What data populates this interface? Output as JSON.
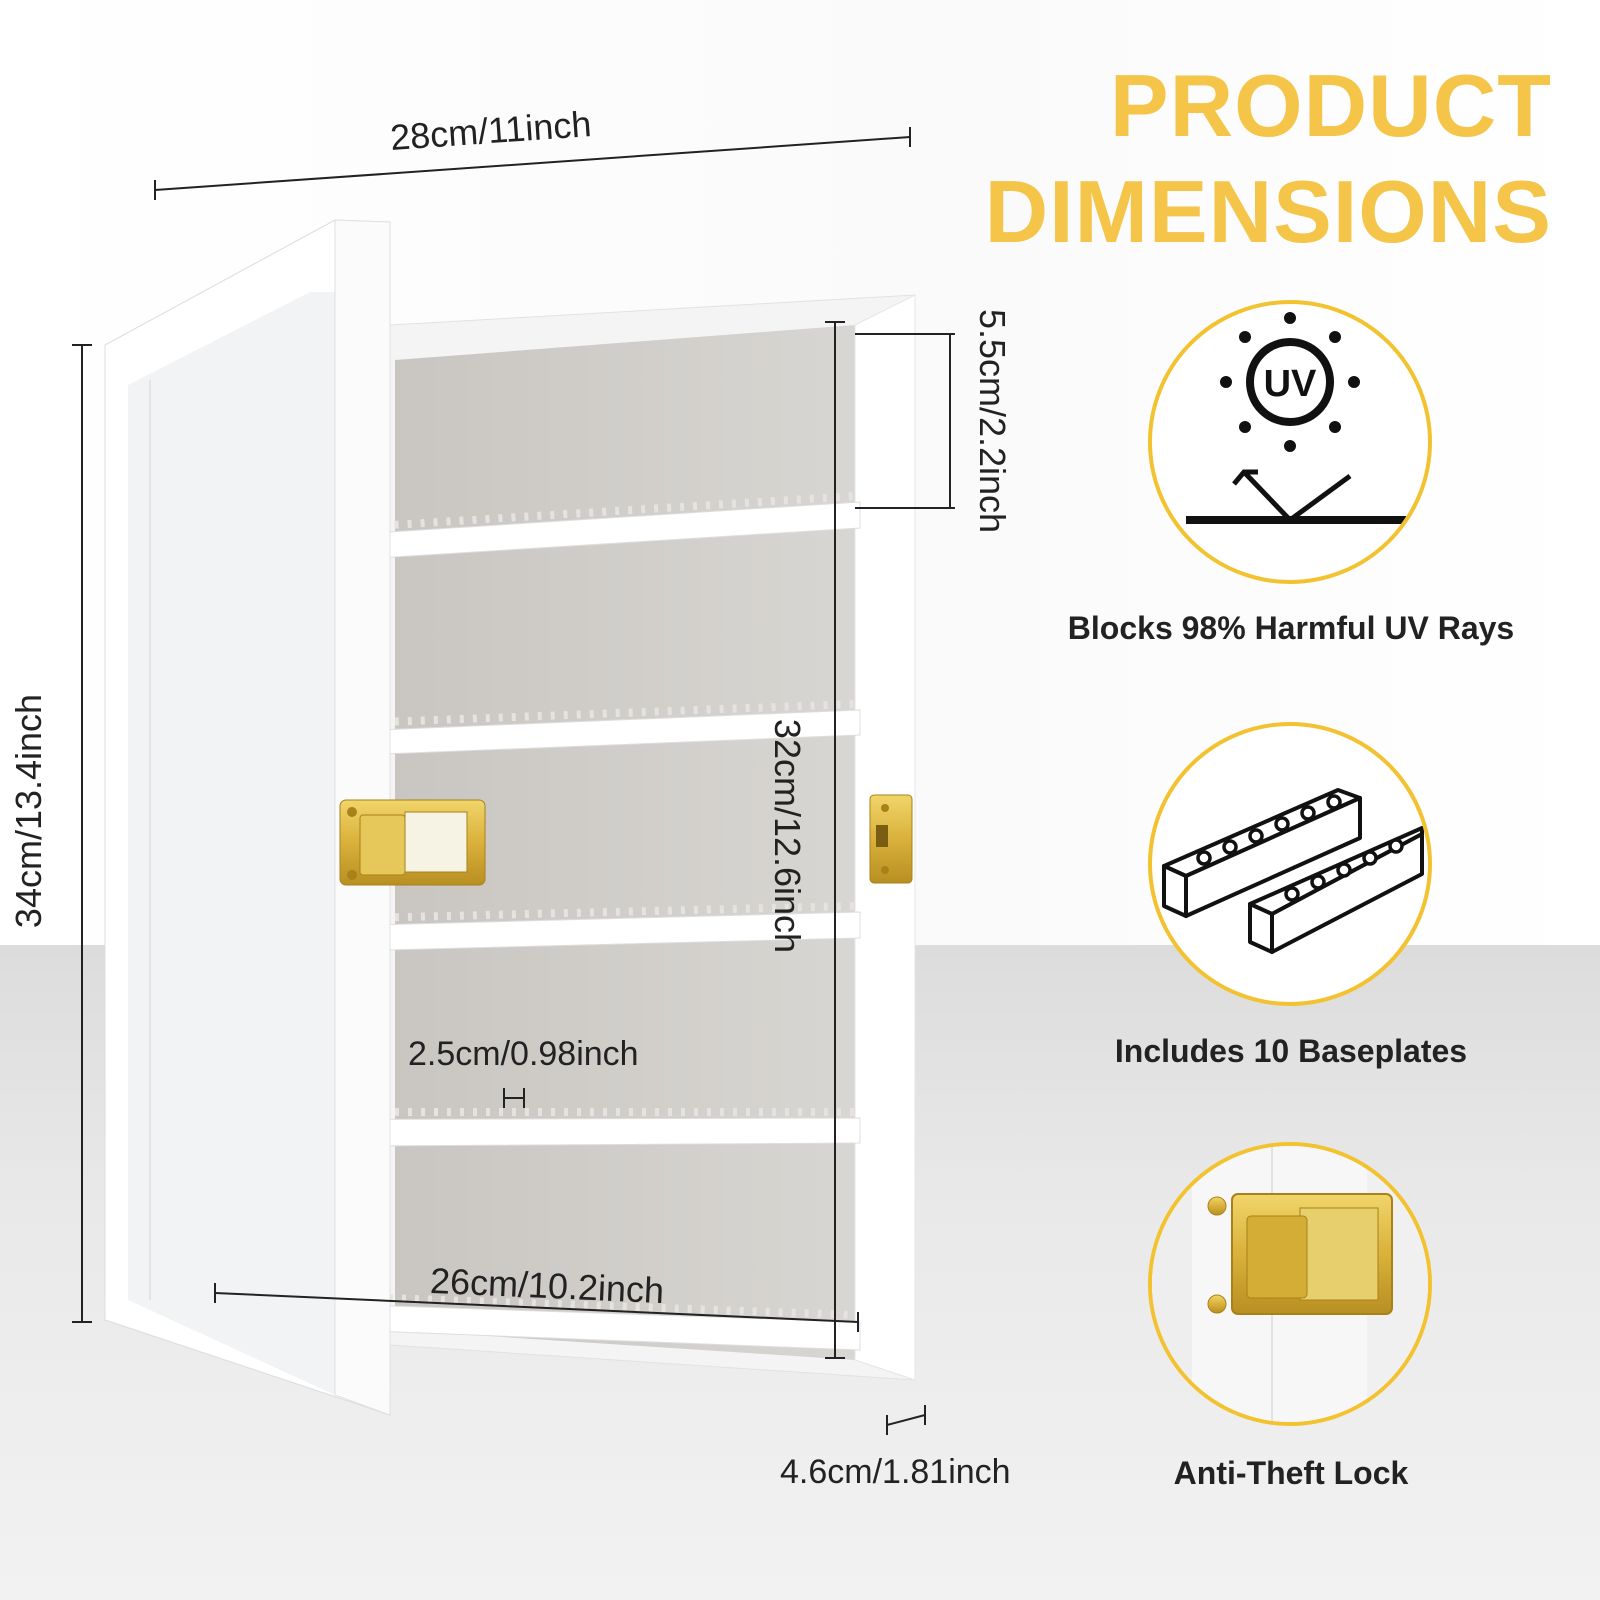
{
  "title": {
    "line1": "PRODUCT",
    "line2": "DIMENSIONS"
  },
  "dimensions": {
    "top_width": "28cm/11inch",
    "overall_height": "34cm/13.4inch",
    "shelf_spacing": "5.5cm/2.2inch",
    "inner_height": "32cm/12.6inch",
    "stud_pitch": "2.5cm/0.98inch",
    "inner_width": "26cm/10.2inch",
    "depth": "4.6cm/1.81inch"
  },
  "features": [
    {
      "label": "Blocks 98% Harmful UV Rays",
      "icon": "uv-protection-icon",
      "badge": "UV"
    },
    {
      "label": "Includes 10 Baseplates",
      "icon": "baseplates-icon"
    },
    {
      "label": "Anti-Theft Lock",
      "icon": "lock-icon"
    }
  ],
  "colors": {
    "accent": "#f5c54a",
    "frame": "#ffffff",
    "back_panel": "#cfccc8",
    "brass": "#d9b13b"
  }
}
